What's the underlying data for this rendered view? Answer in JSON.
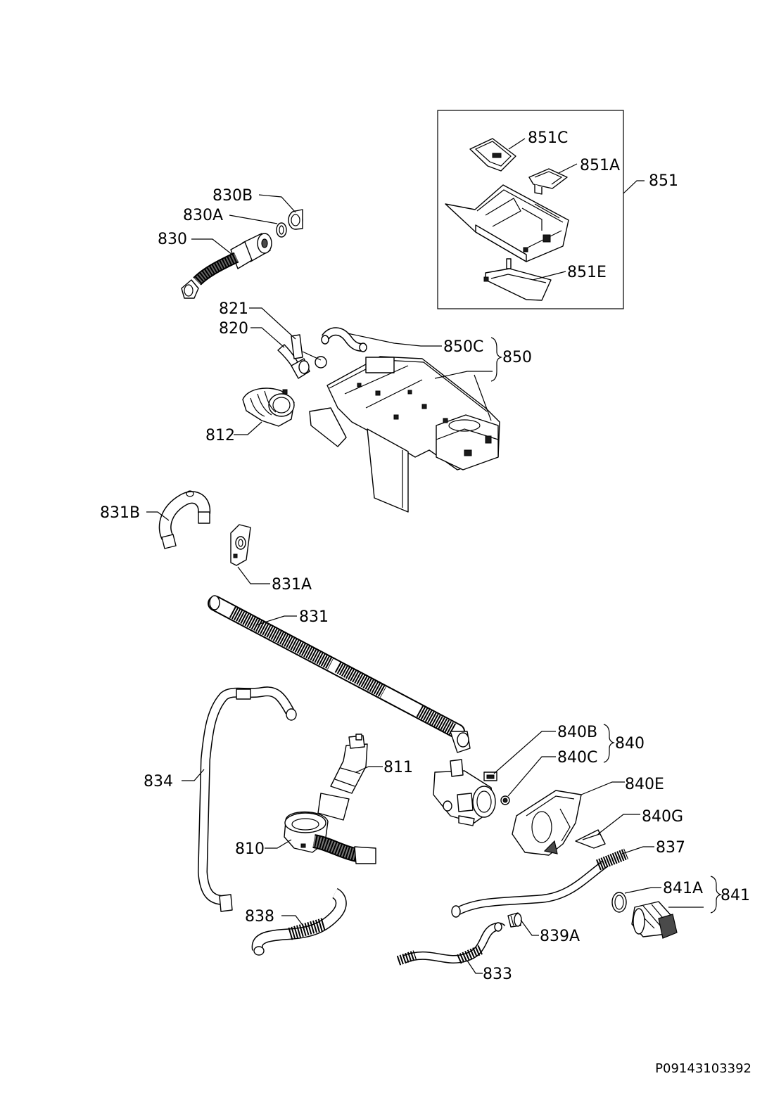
{
  "callouts": [
    {
      "id": "851C",
      "text": "851C"
    },
    {
      "id": "851A",
      "text": "851A"
    },
    {
      "id": "851",
      "text": "851"
    },
    {
      "id": "851E",
      "text": "851E"
    },
    {
      "id": "830B",
      "text": "830B"
    },
    {
      "id": "830A",
      "text": "830A"
    },
    {
      "id": "830",
      "text": "830"
    },
    {
      "id": "821",
      "text": "821"
    },
    {
      "id": "820",
      "text": "820"
    },
    {
      "id": "850C",
      "text": "850C"
    },
    {
      "id": "850",
      "text": "850"
    },
    {
      "id": "812",
      "text": "812"
    },
    {
      "id": "831B",
      "text": "831B"
    },
    {
      "id": "831A",
      "text": "831A"
    },
    {
      "id": "831",
      "text": "831"
    },
    {
      "id": "840B",
      "text": "840B"
    },
    {
      "id": "840",
      "text": "840"
    },
    {
      "id": "840C",
      "text": "840C"
    },
    {
      "id": "811",
      "text": "811"
    },
    {
      "id": "834",
      "text": "834"
    },
    {
      "id": "840E",
      "text": "840E"
    },
    {
      "id": "840G",
      "text": "840G"
    },
    {
      "id": "810",
      "text": "810"
    },
    {
      "id": "837",
      "text": "837"
    },
    {
      "id": "841A",
      "text": "841A"
    },
    {
      "id": "841",
      "text": "841"
    },
    {
      "id": "838",
      "text": "838"
    },
    {
      "id": "839A",
      "text": "839A"
    },
    {
      "id": "833",
      "text": "833"
    }
  ],
  "reference_code": "P09143103392"
}
